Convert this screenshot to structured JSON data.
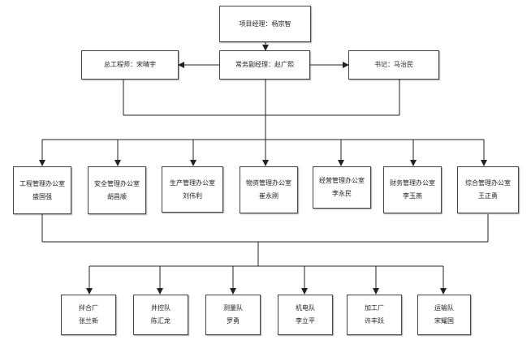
{
  "org_chart": {
    "top": {
      "line1": "项目经理：杨宗智"
    },
    "level1": {
      "left": {
        "line1": "总工程师：宋晴宇"
      },
      "center": {
        "line1": "常务副经理：赵广熙"
      },
      "right": {
        "line1": "书记：马治民"
      }
    },
    "offices": [
      {
        "line1": "工程管理办公室",
        "line2": "盛国强"
      },
      {
        "line1": "安全管理办公室",
        "line2": "胡昌顺"
      },
      {
        "line1": "生产管理办公室",
        "line2": "刘伟利"
      },
      {
        "line1": "物资管理办公室",
        "line2": "崔永刚"
      },
      {
        "line1": "经营管理办公室",
        "line2": "李永民"
      },
      {
        "line1": "财务管理办公室",
        "line2": "李玉燕"
      },
      {
        "line1": "综合管理办公室",
        "line2": "王正勇"
      }
    ],
    "teams": [
      {
        "line1": "拌合厂",
        "line2": "张兰新"
      },
      {
        "line1": "井控队",
        "line2": "陈汇龙"
      },
      {
        "line1": "测量队",
        "line2": "罗勇"
      },
      {
        "line1": "机电队",
        "line2": "李立平"
      },
      {
        "line1": "加工厂",
        "line2": "许丰跃"
      },
      {
        "line1": "运输队",
        "line2": "宋耀国"
      }
    ]
  }
}
